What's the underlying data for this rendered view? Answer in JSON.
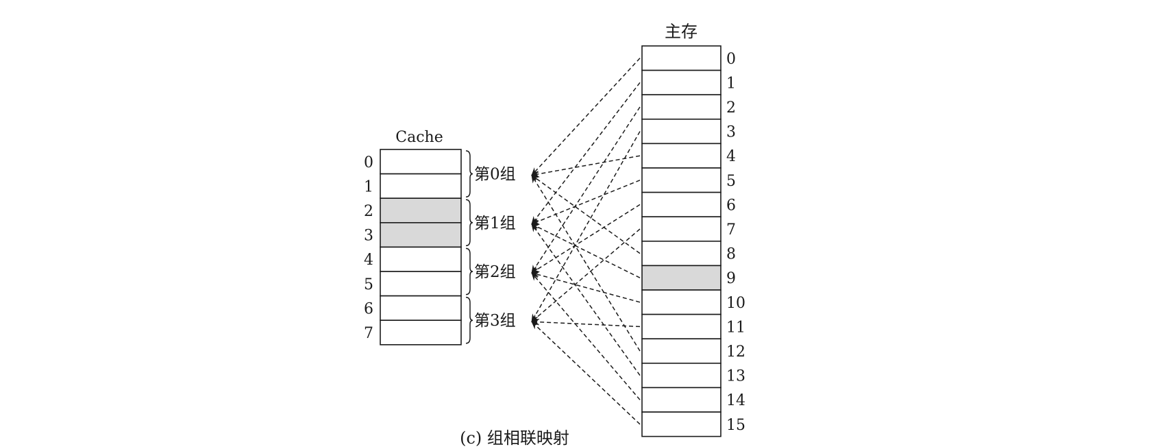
{
  "cache": {
    "title": "Cache",
    "rows": [
      "0",
      "1",
      "2",
      "3",
      "4",
      "5",
      "6",
      "7"
    ],
    "highlighted": [
      2,
      3
    ]
  },
  "groups": {
    "labels": [
      "第0组",
      "第1组",
      "第2组",
      "第3组"
    ]
  },
  "main_memory": {
    "title": "主存",
    "rows": [
      "0",
      "1",
      "2",
      "3",
      "4",
      "5",
      "6",
      "7",
      "8",
      "9",
      "10",
      "11",
      "12",
      "13",
      "14",
      "15"
    ],
    "highlighted": [
      9
    ]
  },
  "mappings": [
    {
      "block": 0,
      "group": 0
    },
    {
      "block": 1,
      "group": 1
    },
    {
      "block": 2,
      "group": 2
    },
    {
      "block": 3,
      "group": 3
    },
    {
      "block": 4,
      "group": 0
    },
    {
      "block": 5,
      "group": 1
    },
    {
      "block": 6,
      "group": 2
    },
    {
      "block": 7,
      "group": 3
    },
    {
      "block": 8,
      "group": 0
    },
    {
      "block": 9,
      "group": 1
    },
    {
      "block": 10,
      "group": 2
    },
    {
      "block": 11,
      "group": 3
    },
    {
      "block": 12,
      "group": 0
    },
    {
      "block": 13,
      "group": 1
    },
    {
      "block": 14,
      "group": 2
    },
    {
      "block": 15,
      "group": 3
    }
  ],
  "colors": {
    "highlight": "#d9d9d9",
    "line": "#1a1a1a"
  },
  "caption": "(c) 组相联映射"
}
